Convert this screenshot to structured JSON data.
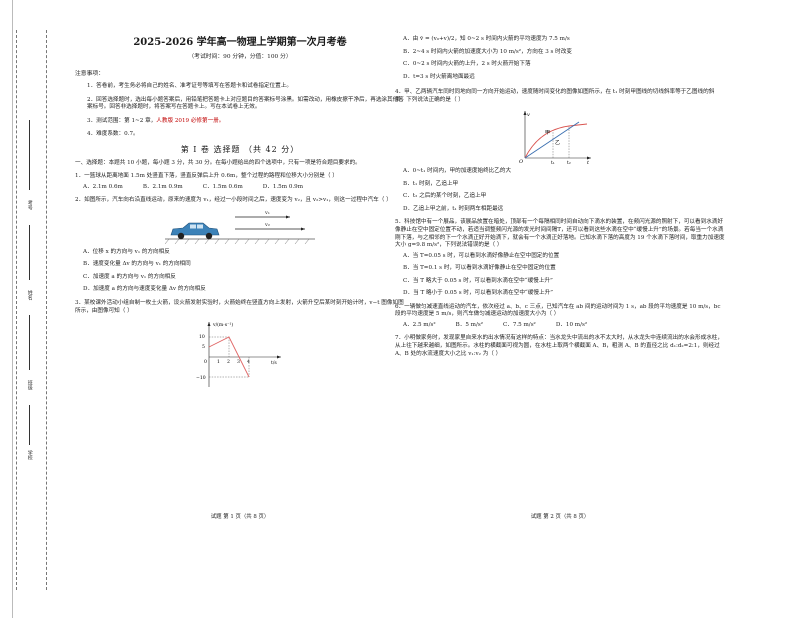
{
  "binding": {
    "labels": [
      "考号",
      "姓名",
      "班级",
      "学校"
    ]
  },
  "left": {
    "title": "2025-2026 学年高一物理上学期第一次月考卷",
    "subtitle": "（考试时间：90 分钟，分值：100 分）",
    "notes_title": "注意事项：",
    "notes": [
      "1．答卷前，考生务必将自己的姓名、准考证号等填写在答题卡和试卷指定位置上。",
      "2．回答选择题时，选出每小题答案后，用铅笔把答题卡上对应题目的答案标号涂黑。如需改动，用橡皮擦干净后，再选涂其他答案标号。回答非选择题时，将答案写在答题卡上。写在本试卷上无效。"
    ],
    "note3_prefix": "3．测试范围：第 1~2 章，",
    "note3_red": "人教版 2019 必修第一册。",
    "note4": "4．难度系数：0.7。",
    "section_title": "第 I 卷  选择题  （共 42 分）",
    "section_intro": "一、选择题：本题共 10 小题，每小题 3 分，共 30 分。在每小题给出的四个选项中，只有一项是符合题目要求的。",
    "q1": "1．一篮球从距离地面 1.5m 处竖直下落，竖直反弹后上升 0.6m，整个过程的路程和位移大小分别是（      ）",
    "q1_opts": [
      "A．2.1m  0.6m",
      "B．2.1m  0.9m",
      "C．1.5m  0.6m",
      "D．1.5m  0.9m"
    ],
    "q2": "2．如图所示，汽车向右沿直线运动，原来的速度为 v₁，经过一小段时间之后，速度变为 v₂，且 v₂>v₁，则这一过程中汽车（      ）",
    "q2_v1": "v₁",
    "q2_v2": "v₂",
    "q2_opts": [
      "A．位移 x 的方向与 v₁ 的方向相反",
      "B．速度变化量 Δv 的方向与 v₁ 的方向相同",
      "C．加速度 a 的方向与 v₁ 的方向相反",
      "D．加速度 a 的方向与速度变化量 Δv 的方向相反"
    ],
    "q3": "3．某校课外活动小组自制一枚土火箭，设火箭发射实验时，火箭始终在竖直方向上发射，火箭升空后某时刻开始计时，v−t 图像如图所示，由图像可知（      ）",
    "q3_graph": {
      "ylabel": "v/(m·s⁻¹)",
      "xlabel": "t/s",
      "y_ticks": [
        "10",
        "5",
        "−10"
      ],
      "x_ticks": [
        "0",
        "1",
        "2",
        "3",
        "4"
      ]
    },
    "footer": "试题  第 1 页（共 8 页）"
  },
  "right": {
    "q3_opts": [
      "A．由 v̄ = (v₀+v)/2，知 0~2 s 时间内火箭的平均速度为 7.5 m/s",
      "B．2~4 s 时间内火箭的加速度大小为 10 m/s²，方向在 3 s 时改变",
      "C．0~2 s 时间内火箭的上升，2 s 时火箭开始下落",
      "D．t=3 s 时火箭离地面最远"
    ],
    "q4": "4．甲、乙两辆汽车同时同地向同一方向开始运动，速度随时间变化的图像如图所示，在 t₁ 时刻甲图线的切线斜率等于乙图线的斜率，下列说法正确的是（      ）",
    "q4_graph": {
      "ylabel": "v",
      "xlabel": "t",
      "origin": "O",
      "x_ticks": [
        "t₁",
        "t₂"
      ],
      "labels": [
        "甲",
        "乙"
      ]
    },
    "q4_opts": [
      "A．0~t₁ 时间内，甲的加速度始终比乙的大",
      "B．t₁ 时刻，乙追上甲",
      "C．t₂ 之后的某个时刻，乙追上甲",
      "D．乙追上甲之前，t₁ 时刻两车相距最远"
    ],
    "q5": "5．科技馆中有一个展品，该展品放置在暗处，顶部有一个每隔相同时间自动向下滴水的装置，在频闪光源的照射下，可以看到水滴好像静止在空中固定位置不动，若适当调整频闪光源的发光时间间隔T，还可以看到这些水滴在空中“缓慢上升”的场景。若每当一个水滴刚下落，与之相邻的下一个水滴正好开始滴下，就会有一个水滴正好落地。已知水滴下落的高度为 19 个水滴下落时间，取重力加速度大小 g=9.8 m/s²，下列说法错误的是（      ）",
    "q5_opts": [
      "A．当 T=0.05 s 时，可以看到水滴好像静止在空中固定的位置",
      "B．当 T=0.1 s 时，可以看到水滴好像静止在空中固定的位置",
      "C．当 T 略大于 0.05 s 时，可以看到水滴在空中“缓慢上升”",
      "D．当 T 略小于 0.05 s 时，可以看到水滴在空中“缓慢上升”"
    ],
    "q6": "6．一辆做匀减速直线运动的汽车，依次经过 a、b、c 三点，已知汽车在 ab 间的运动时间为 1 s，ab 段的平均速度是 10 m/s，bc 段的平均速度是 5 m/s，则汽车做匀减速运动的加速度大小为（      ）",
    "q6_opts": [
      "A．2.5 m/s²",
      "B．5 m/s²",
      "C．7.5 m/s²",
      "D．10 m/s²"
    ],
    "q7": "7．小明做家务时，发现家里自来水的出水情况有这样的特点：当水龙头中流出的水不太大时，从水龙头中连续流出的水会形成水柱，从上往下越来越细，如图所示。水柱的横截面可视为圆，在水柱上取两个横截面 A、B，粗测 A、B 的直径之比 d₁:d₂=2:1，则经过 A、B 处的水流速度大小之比 v₁:v₂ 为（      ）",
    "footer": "试题  第 2 页（共 8 页）"
  }
}
